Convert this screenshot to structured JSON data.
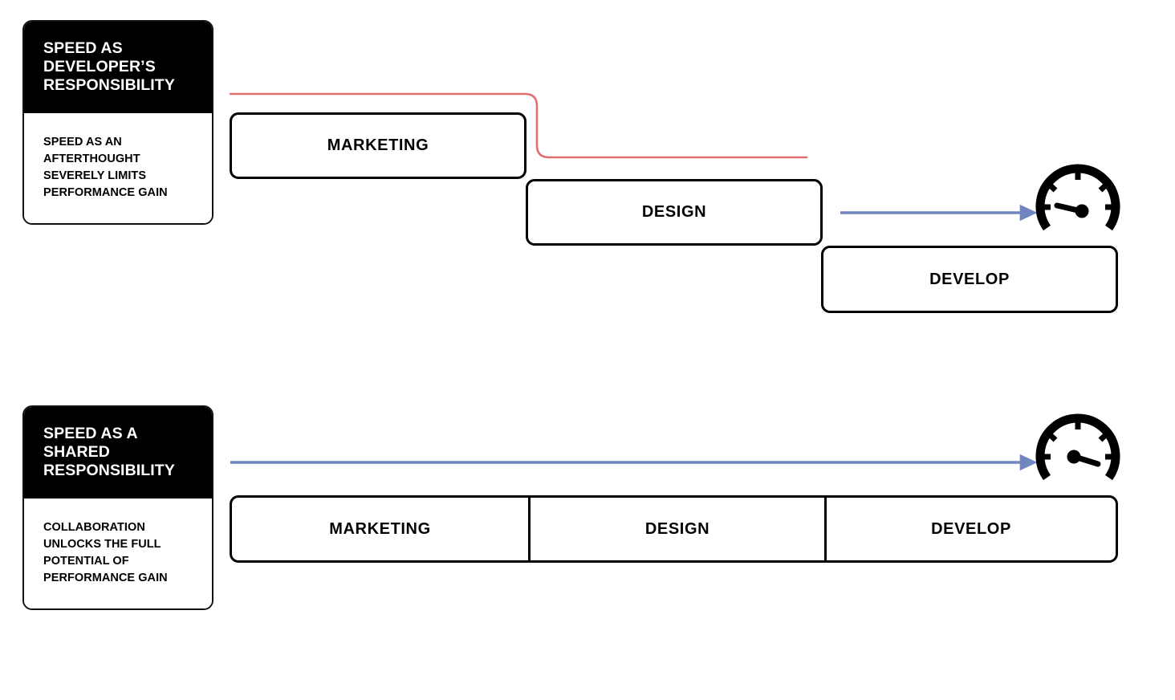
{
  "diagram": {
    "title": "Speed as Developer's Responsibility vs Speed as a Shared Responsibility",
    "colors": {
      "line_red": "#e0706d",
      "arrow_blue": "#7186c0",
      "box_border": "#000000",
      "card_header_bg": "#000000",
      "card_header_text": "#ffffff",
      "background": "#ffffff"
    }
  },
  "sections": [
    {
      "id": "developer-responsibility",
      "card": {
        "heading": "SPEED AS\nDEVELOPER’S\nRESPONSIBILITY",
        "body": "SPEED AS AN\nAFTERTHOUGHT\nSEVERELY LIMITS\nPERFORMANCE GAIN"
      },
      "phases": [
        {
          "id": "marketing",
          "label": "MARKETING"
        },
        {
          "id": "design",
          "label": "DESIGN"
        },
        {
          "id": "develop",
          "label": "DEVELOP"
        }
      ],
      "connector_red": {
        "name": "red-step-down-line",
        "arrowhead": false
      },
      "connector_blue": {
        "name": "blue-arrow-short",
        "arrowhead": true
      },
      "gauge": {
        "name": "speedometer-low",
        "needle": "low"
      }
    },
    {
      "id": "shared-responsibility",
      "card": {
        "heading": "SPEED AS A\nSHARED\nRESPONSIBILITY",
        "body": "COLLABORATION\nUNLOCKS THE FULL\nPOTENTIAL OF\nPERFORMANCE GAIN"
      },
      "phases": [
        {
          "id": "marketing",
          "label": "MARKETING"
        },
        {
          "id": "design",
          "label": "DESIGN"
        },
        {
          "id": "develop",
          "label": "DEVELOP"
        }
      ],
      "connector_blue": {
        "name": "blue-arrow-long",
        "arrowhead": true
      },
      "gauge": {
        "name": "speedometer-high",
        "needle": "high"
      }
    }
  ]
}
